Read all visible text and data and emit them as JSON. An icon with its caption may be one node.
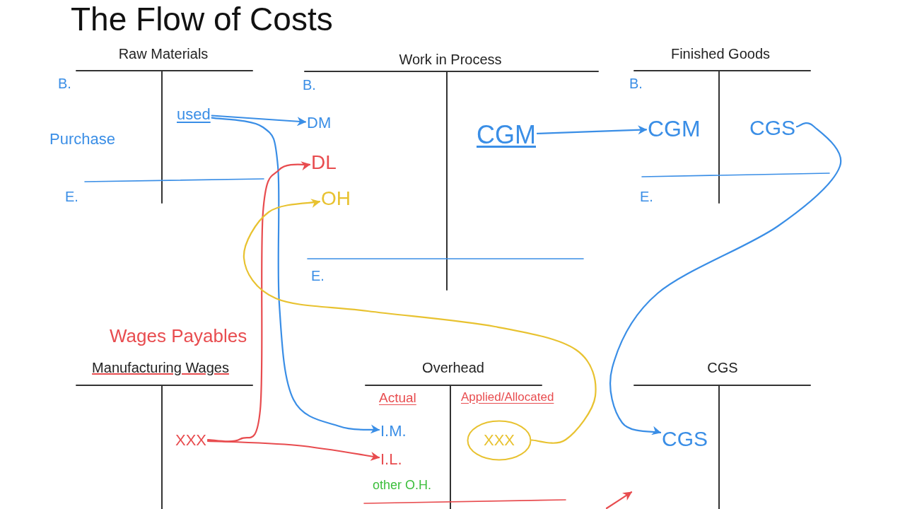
{
  "diagram": {
    "title": "The Flow of Costs",
    "nodes": [
      {
        "text": [
          "Raw Materials",
          "B.",
          "Purchase",
          "E."
        ]
      },
      {
        "text": [
          "used"
        ],
        "in": 0
      },
      {
        "text": [
          "Work in Process",
          "B.",
          "E."
        ]
      },
      {
        "text": [
          "DM"
        ],
        "in": 2
      },
      {
        "text": [
          "DL"
        ],
        "in": 2
      },
      {
        "text": [
          "OH"
        ],
        "in": 2
      },
      {
        "text": [
          "CGM"
        ],
        "in": 2
      },
      {
        "text": [
          "Finished Goods",
          "B.",
          "E."
        ]
      },
      {
        "text": [
          "CGM"
        ],
        "in": 7
      },
      {
        "text": [
          "CGS"
        ],
        "in": 7
      },
      {
        "text": [
          "Wages Payables",
          "Manufacturing Wages"
        ]
      },
      {
        "text": [
          "XXX"
        ],
        "in": 10
      },
      {
        "text": [
          "Overhead",
          "Actual",
          "Applied/Allocated",
          "other O.H."
        ]
      },
      {
        "text": [
          "I.M."
        ],
        "in": 12
      },
      {
        "text": [
          "I.L."
        ],
        "in": 12
      },
      {
        "text": [
          "XXX"
        ],
        "in": 12
      },
      {
        "text": [
          "CGS"
        ]
      },
      {
        "text": [
          "CGS"
        ],
        "in": 16
      }
    ],
    "edges": [
      {
        "from": 1,
        "to": 3,
        "arrow": "to"
      },
      {
        "from": 1,
        "to": 13,
        "arrow": "to"
      },
      {
        "from": 11,
        "to": 4,
        "arrow": "to",
        "color": "#e84c4f"
      },
      {
        "from": 11,
        "to": 14,
        "arrow": "to",
        "color": "#e84c4f"
      },
      {
        "from": 15,
        "to": 5,
        "arrow": "to",
        "color": "#e8c230"
      },
      {
        "from": 6,
        "to": 8,
        "arrow": "to"
      },
      {
        "from": 9,
        "to": 17,
        "arrow": "to"
      },
      {
        "from": null,
        "to": 16,
        "arrow": "to",
        "color": "#e84c4f"
      }
    ]
  }
}
